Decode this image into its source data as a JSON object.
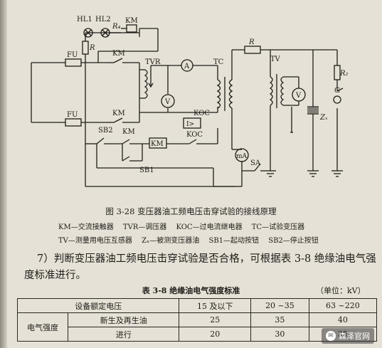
{
  "diagram": {
    "hl1": "HL1",
    "hl2": "HL2",
    "r4": "R₄",
    "km": "KM",
    "r": "R",
    "fu": "FU",
    "tvr": "TVR",
    "a": "A",
    "v": "V",
    "tc": "TC",
    "tv": "TV",
    "r2": "R₂",
    "g": "G",
    "zx": "Zₓ",
    "koc": "KOC",
    "koc_box": "I>",
    "sb2": "SB2",
    "sb1": "SB1",
    "ma": "mA",
    "sa": "SA"
  },
  "figure": {
    "caption": "图 3-28   变压器油工频电压击穿试验的接线原理",
    "legend_line1": [
      "KM—交流接触器",
      "TVR—调压器",
      "KOC—过电流继电器",
      "TC—试验变压器"
    ],
    "legend_line2": [
      "TV—测量用电压互感器",
      "Zₓ—被测变压器油",
      "SB1—起动按钮",
      "SB2—停止按钮"
    ]
  },
  "paragraph": "7）判断变压器油工频电压击穿试验是否合格，可根据表 3-8 绝缘油电气强度标准进行。",
  "table": {
    "title": "表 3-8    绝缘油电气强度标准",
    "unit": "（单位：kV）",
    "header_label": "设备额定电压",
    "columns": [
      "15 及以下",
      "20 ~35",
      "63 ~220"
    ],
    "group_label": "电气强度",
    "rows": [
      {
        "label": "新生及再生油",
        "values": [
          "25",
          "35",
          "40"
        ]
      },
      {
        "label": "进行",
        "values": [
          "20",
          "30",
          "35"
        ]
      }
    ]
  },
  "watermark": {
    "text": "森泽官网",
    "icon": "chat-bubble-icon"
  }
}
